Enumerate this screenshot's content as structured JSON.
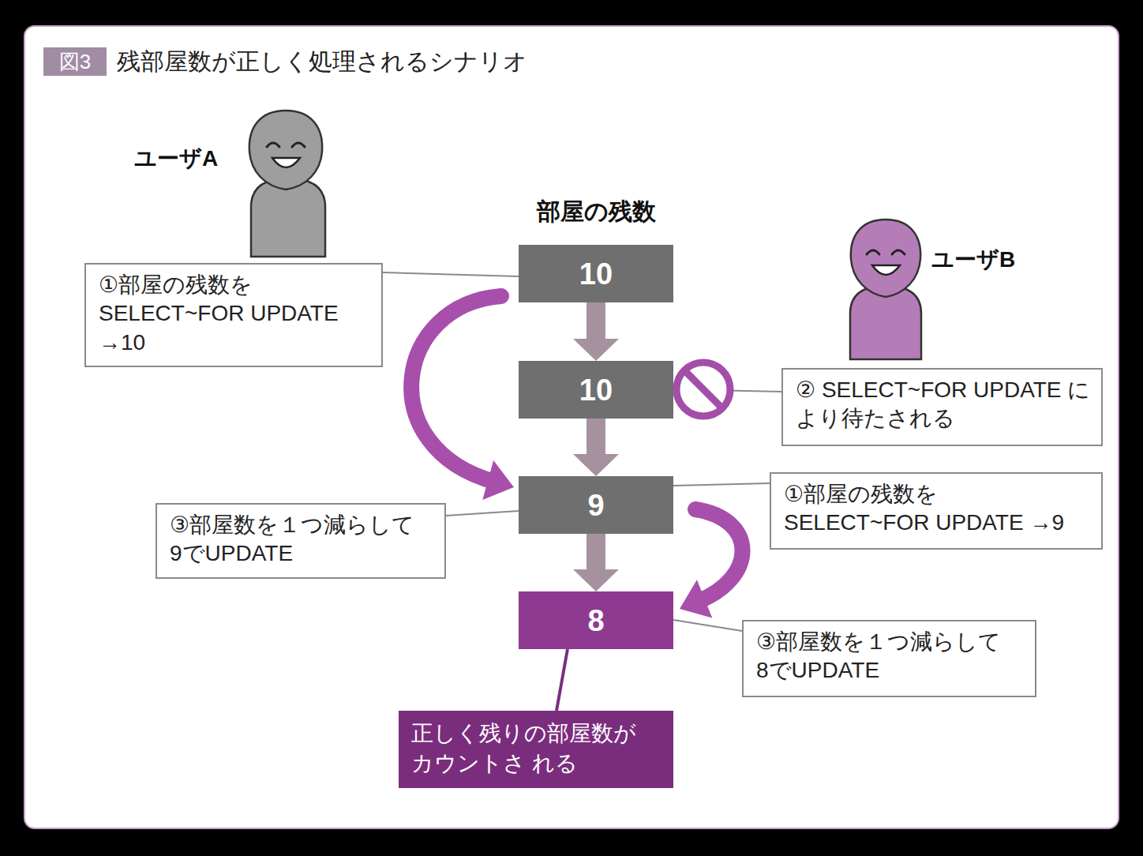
{
  "diagram": {
    "title": "残部屋数が正しく処理されるシナリオ",
    "nodes": [
      {
        "text": [
          "①部屋の残数を SELECT~FOR UPDATE →10"
        ]
      },
      {
        "text": [
          "部屋の残数",
          "10"
        ]
      },
      {
        "text": [
          "10"
        ]
      },
      {
        "text": [
          "② SELECT~FOR UPDATE により待たされる"
        ]
      },
      {
        "text": [
          "①部屋の残数を SELECT~FOR UPDATE →9"
        ]
      },
      {
        "text": [
          "9"
        ]
      },
      {
        "text": [
          "③部屋数を１つ減らして 9でUPDATE"
        ]
      },
      {
        "text": [
          "8"
        ]
      },
      {
        "text": [
          "③部屋数を１つ減らして 8でUPDATE"
        ]
      },
      {
        "text": [
          "正しく残りの部屋数が カウントさ れる"
        ]
      }
    ],
    "edges": [
      {
        "from": 1,
        "to": 2,
        "arrow": "to"
      },
      {
        "from": 2,
        "to": 5,
        "arrow": "to"
      },
      {
        "from": 5,
        "to": 7,
        "arrow": "to"
      },
      {
        "from": 1,
        "to": 5,
        "arrow": "to"
      },
      {
        "from": 5,
        "to": 7,
        "arrow": "to"
      },
      {
        "from": 0,
        "to": 1,
        "arrow": "none"
      },
      {
        "from": 3,
        "to": 2,
        "arrow": "none"
      },
      {
        "from": 4,
        "to": 5,
        "arrow": "none"
      },
      {
        "from": 6,
        "to": 5,
        "arrow": "none"
      },
      {
        "from": 8,
        "to": 7,
        "arrow": "none"
      },
      {
        "from": 9,
        "to": 7,
        "arrow": "none"
      }
    ],
    "labels": [
      "図3",
      "ユーザA",
      "ユーザB"
    ]
  }
}
